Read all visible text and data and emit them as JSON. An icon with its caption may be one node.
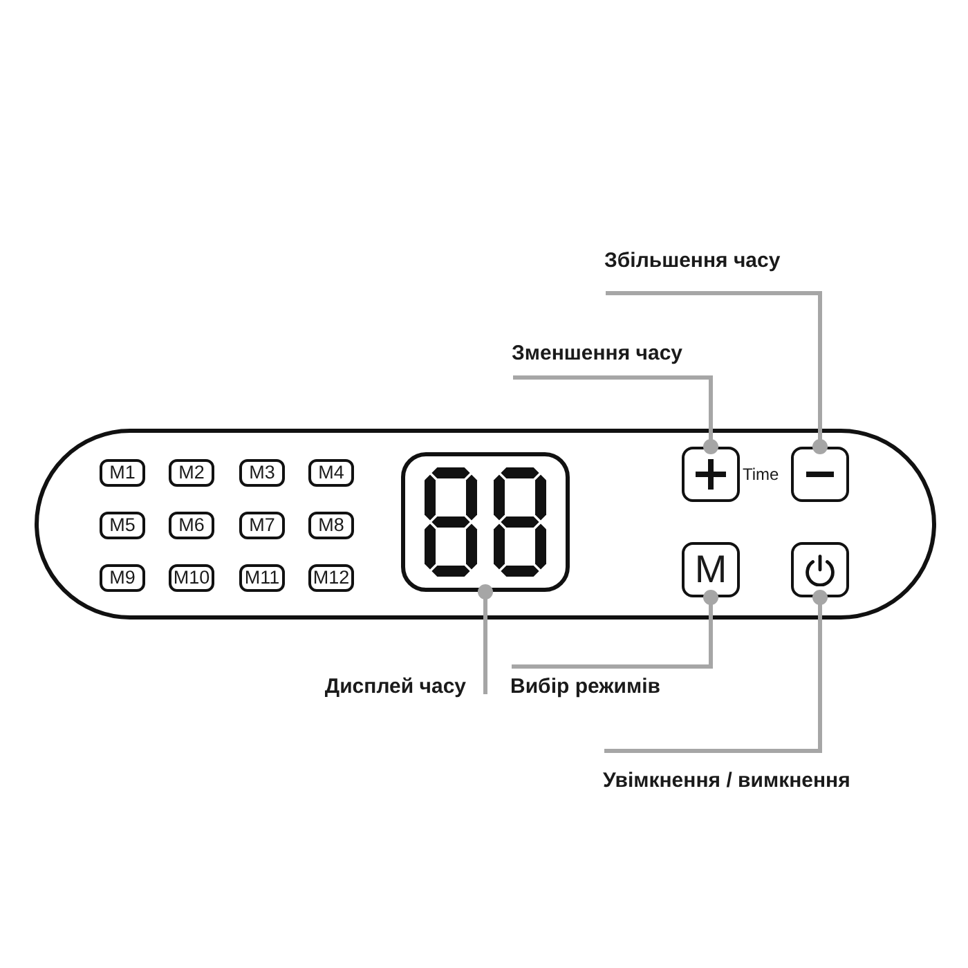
{
  "diagram": {
    "nodes": [
      {
        "text": [
          "Збільшення часу"
        ]
      },
      {
        "text": [
          "Зменшення часу"
        ]
      },
      {
        "text": [],
        "shape": "box"
      },
      {
        "text": [
          "M1"
        ],
        "in": 2
      },
      {
        "text": [
          "M2"
        ],
        "in": 2
      },
      {
        "text": [
          "M3"
        ],
        "in": 2
      },
      {
        "text": [
          "M4"
        ],
        "in": 2
      },
      {
        "text": [
          "M5"
        ],
        "in": 2
      },
      {
        "text": [
          "M6"
        ],
        "in": 2
      },
      {
        "text": [
          "M7"
        ],
        "in": 2
      },
      {
        "text": [
          "M8"
        ],
        "in": 2
      },
      {
        "text": [
          "M9"
        ],
        "in": 2
      },
      {
        "text": [
          "M10"
        ],
        "in": 2
      },
      {
        "text": [
          "M11"
        ],
        "in": 2
      },
      {
        "text": [
          "M12"
        ],
        "in": 2
      },
      {
        "text": [],
        "shape": "box",
        "in": 2
      },
      {
        "text": [],
        "shape": "box",
        "in": 2
      },
      {
        "text": [],
        "shape": "box",
        "in": 2
      },
      {
        "text": [
          "M"
        ],
        "in": 2
      },
      {
        "text": [],
        "shape": "box",
        "in": 2
      },
      {
        "text": [
          "Дисплей часу"
        ]
      },
      {
        "text": [
          "Вибір режимів"
        ]
      },
      {
        "text": [
          "Увімкнення / вимкнення"
        ]
      }
    ],
    "edges": [
      {
        "from": 0,
        "to": 17,
        "arrow": "other"
      },
      {
        "from": 1,
        "to": 16,
        "arrow": "other"
      },
      {
        "from": 20,
        "to": 15,
        "arrow": "other"
      },
      {
        "from": 21,
        "to": 18,
        "arrow": "other"
      },
      {
        "from": 22,
        "to": 19,
        "arrow": "other"
      }
    ],
    "labels": [
      "Time"
    ]
  }
}
